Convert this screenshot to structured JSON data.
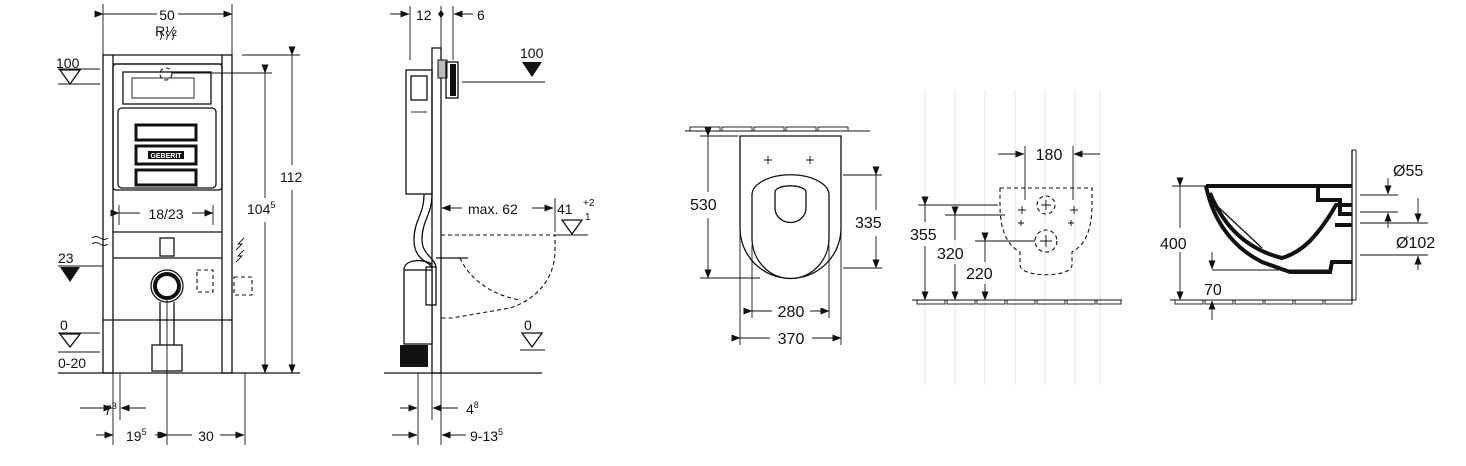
{
  "frame": {
    "width_label": "50",
    "connection_label": "R½",
    "flush_height_label": "100",
    "frame_height_label": "112",
    "outlet_height_main": "104",
    "outlet_height_sup": "5",
    "button_label": "18/23",
    "water_height_label": "23",
    "floor_label": "0",
    "floor_range_label": "0-20",
    "inner_left_main": "7",
    "inner_left_sup": "3",
    "axis_main": "19",
    "axis_sup": "5",
    "axis_right_label": "30",
    "brand_text": "GEBERIT"
  },
  "side": {
    "dim_12": "12",
    "dim_6": "6",
    "flush_height_label": "100",
    "max_label": "max. 62",
    "tol_main": "41",
    "tol_plus": "+2",
    "tol_minus": "1",
    "floor_label": "0",
    "foot_main": "4",
    "foot_sup": "8",
    "depth_main": "9-13",
    "depth_sup": "5"
  },
  "bowl_top": {
    "length_label": "530",
    "mount_depth_label": "335",
    "seat_width_label": "280",
    "total_width_label": "370"
  },
  "back_view": {
    "bolt_spacing_label": "180",
    "height_355": "355",
    "height_320": "320",
    "height_220": "220"
  },
  "bowl_side": {
    "height_label": "400",
    "inlet_label": "Ø55",
    "outlet_label": "Ø102",
    "outlet_height_label": "70"
  },
  "colors": {
    "line": "#111111",
    "hatch": "#bbbbbb",
    "background": "#ffffff"
  }
}
